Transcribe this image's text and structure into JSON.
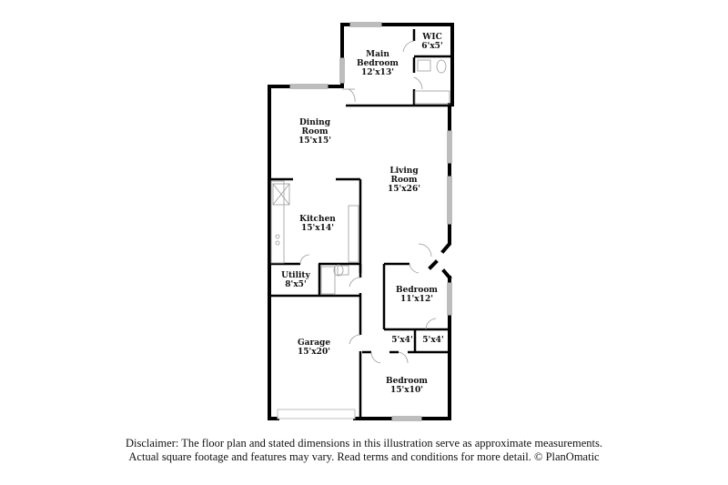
{
  "floorplan": {
    "rooms": [
      {
        "id": "wic",
        "name": "WIC",
        "dims": "6'x5'"
      },
      {
        "id": "main-bedroom",
        "name": "Main Bedroom",
        "line1": "Main",
        "line2": "Bedroom",
        "dims": "12'x13'"
      },
      {
        "id": "dining-room",
        "name": "Dining Room",
        "line1": "Dining",
        "line2": "Room",
        "dims": "15'x15'"
      },
      {
        "id": "living-room",
        "name": "Living Room",
        "line1": "Living",
        "line2": "Room",
        "dims": "15'x26'"
      },
      {
        "id": "kitchen",
        "name": "Kitchen",
        "dims": "15'x14'"
      },
      {
        "id": "utility",
        "name": "Utility",
        "dims": "8'x5'"
      },
      {
        "id": "bedroom-2",
        "name": "Bedroom",
        "dims": "11'x12'"
      },
      {
        "id": "closet-1",
        "dims": "5'x4'"
      },
      {
        "id": "closet-2",
        "dims": "5'x4'"
      },
      {
        "id": "garage",
        "name": "Garage",
        "dims": "15'x20'"
      },
      {
        "id": "bedroom-3",
        "name": "Bedroom",
        "dims": "15'x10'"
      }
    ]
  },
  "disclaimer": {
    "line1": "Disclaimer: The floor plan and stated dimensions in this illustration serve as approximate measurements.",
    "line2": "Actual square footage and features may vary. Read terms and conditions for more detail. © PlanOmatic"
  },
  "colors": {
    "wall": "#000000",
    "window": "#bdbdbd",
    "fixture": "#9a9a9a",
    "background": "#ffffff"
  }
}
